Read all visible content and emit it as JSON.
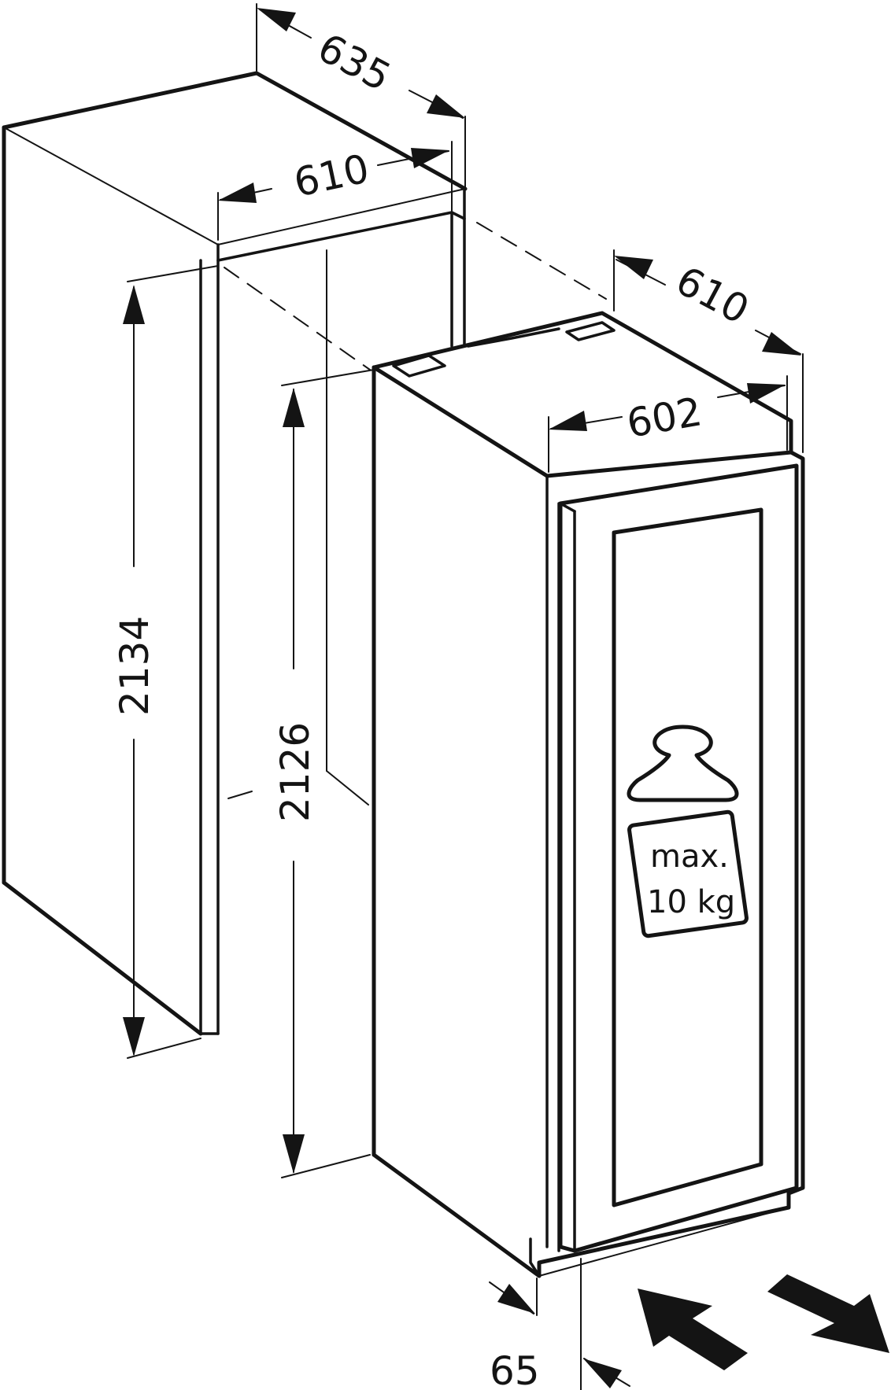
{
  "dimensions": {
    "niche_depth": "635",
    "niche_width": "610",
    "appliance_depth": "610",
    "appliance_width": "602",
    "niche_height": "2134",
    "appliance_height": "2126",
    "plinth_offset": "65"
  },
  "weight_label": {
    "line1": "max.",
    "line2": "10 kg"
  },
  "colors": {
    "line": "#141414",
    "background": "#ffffff"
  },
  "icons": [
    "weight-icon",
    "arrow-in-icon",
    "arrow-out-icon"
  ]
}
